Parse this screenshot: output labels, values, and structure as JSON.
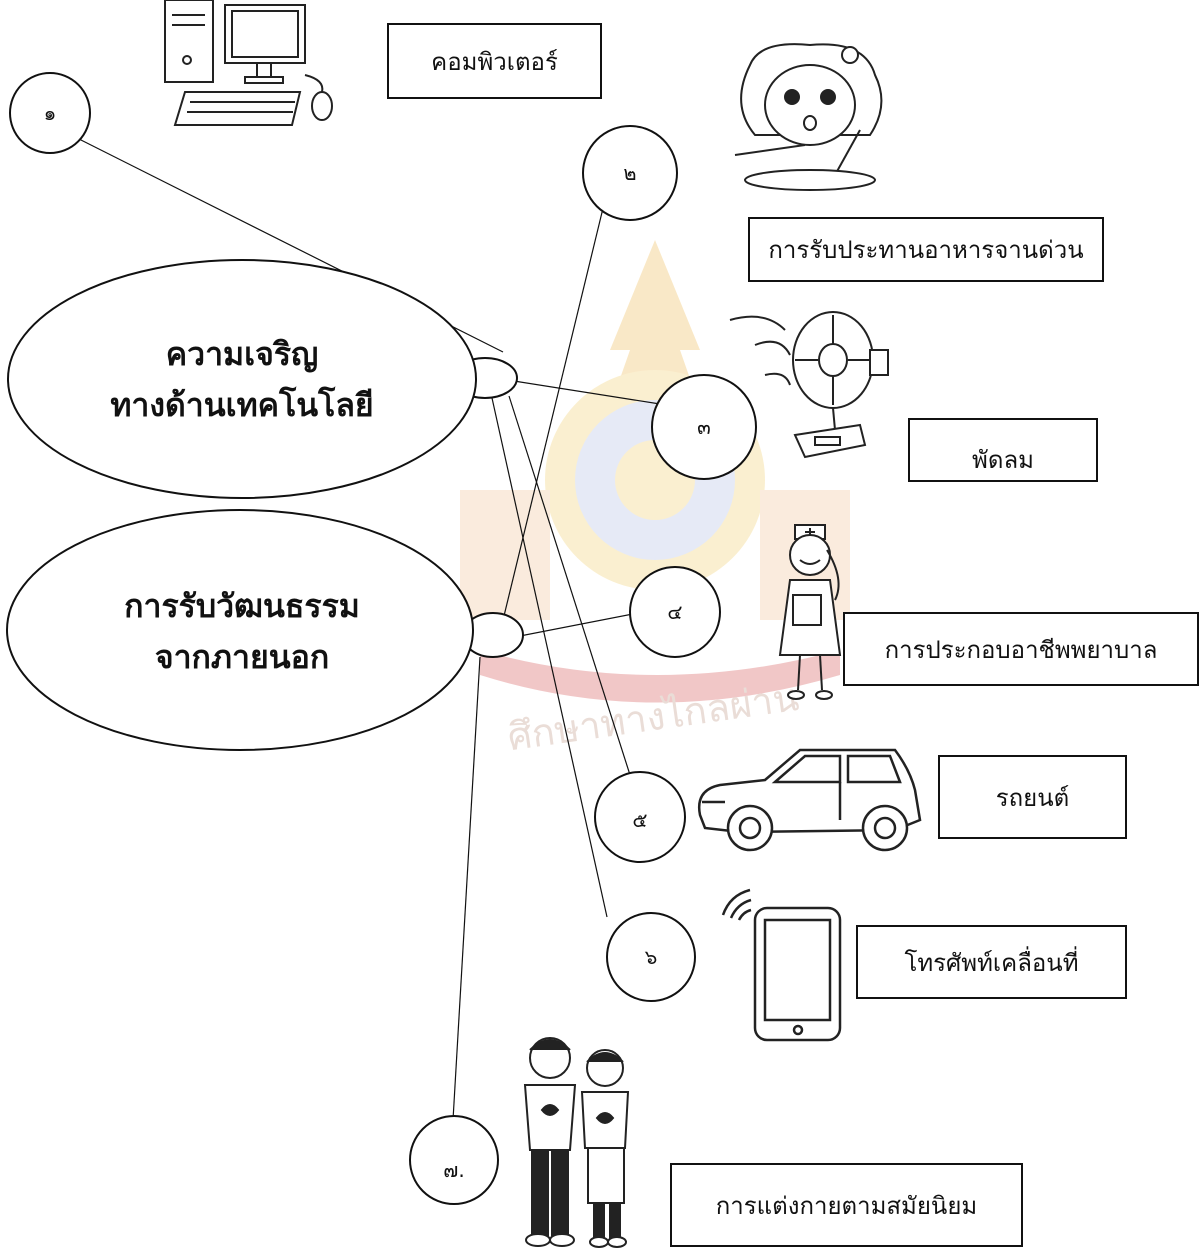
{
  "main_topics": {
    "tech_line1": "ความเจริญ",
    "tech_line2": "ทางด้านเทคโนโลยี",
    "culture_line1": "การรับวัฒนธรรม",
    "culture_line2": "จากภายนอก"
  },
  "numbers": {
    "n1": "๑",
    "n2": "๒",
    "n3": "๓",
    "n4": "๔",
    "n5": "๕",
    "n6": "๖",
    "n7": "๗."
  },
  "labels": {
    "computer": "คอมพิวเตอร์",
    "fast_food": "การรับประทานอาหารจานด่วน",
    "fan": "พัดลม",
    "nurse": "การประกอบอาชีพพยาบาล",
    "car": "รถยนต์",
    "mobile": "โทรศัพท์เคลื่อนที่",
    "fashion": "การแต่งกายตามสมัยนิยม"
  },
  "icons": [
    "computer-icon",
    "girl-eating-icon",
    "fan-icon",
    "nurse-icon",
    "car-icon",
    "tablet-phone-icon",
    "couple-icon",
    "watermark-seal"
  ]
}
